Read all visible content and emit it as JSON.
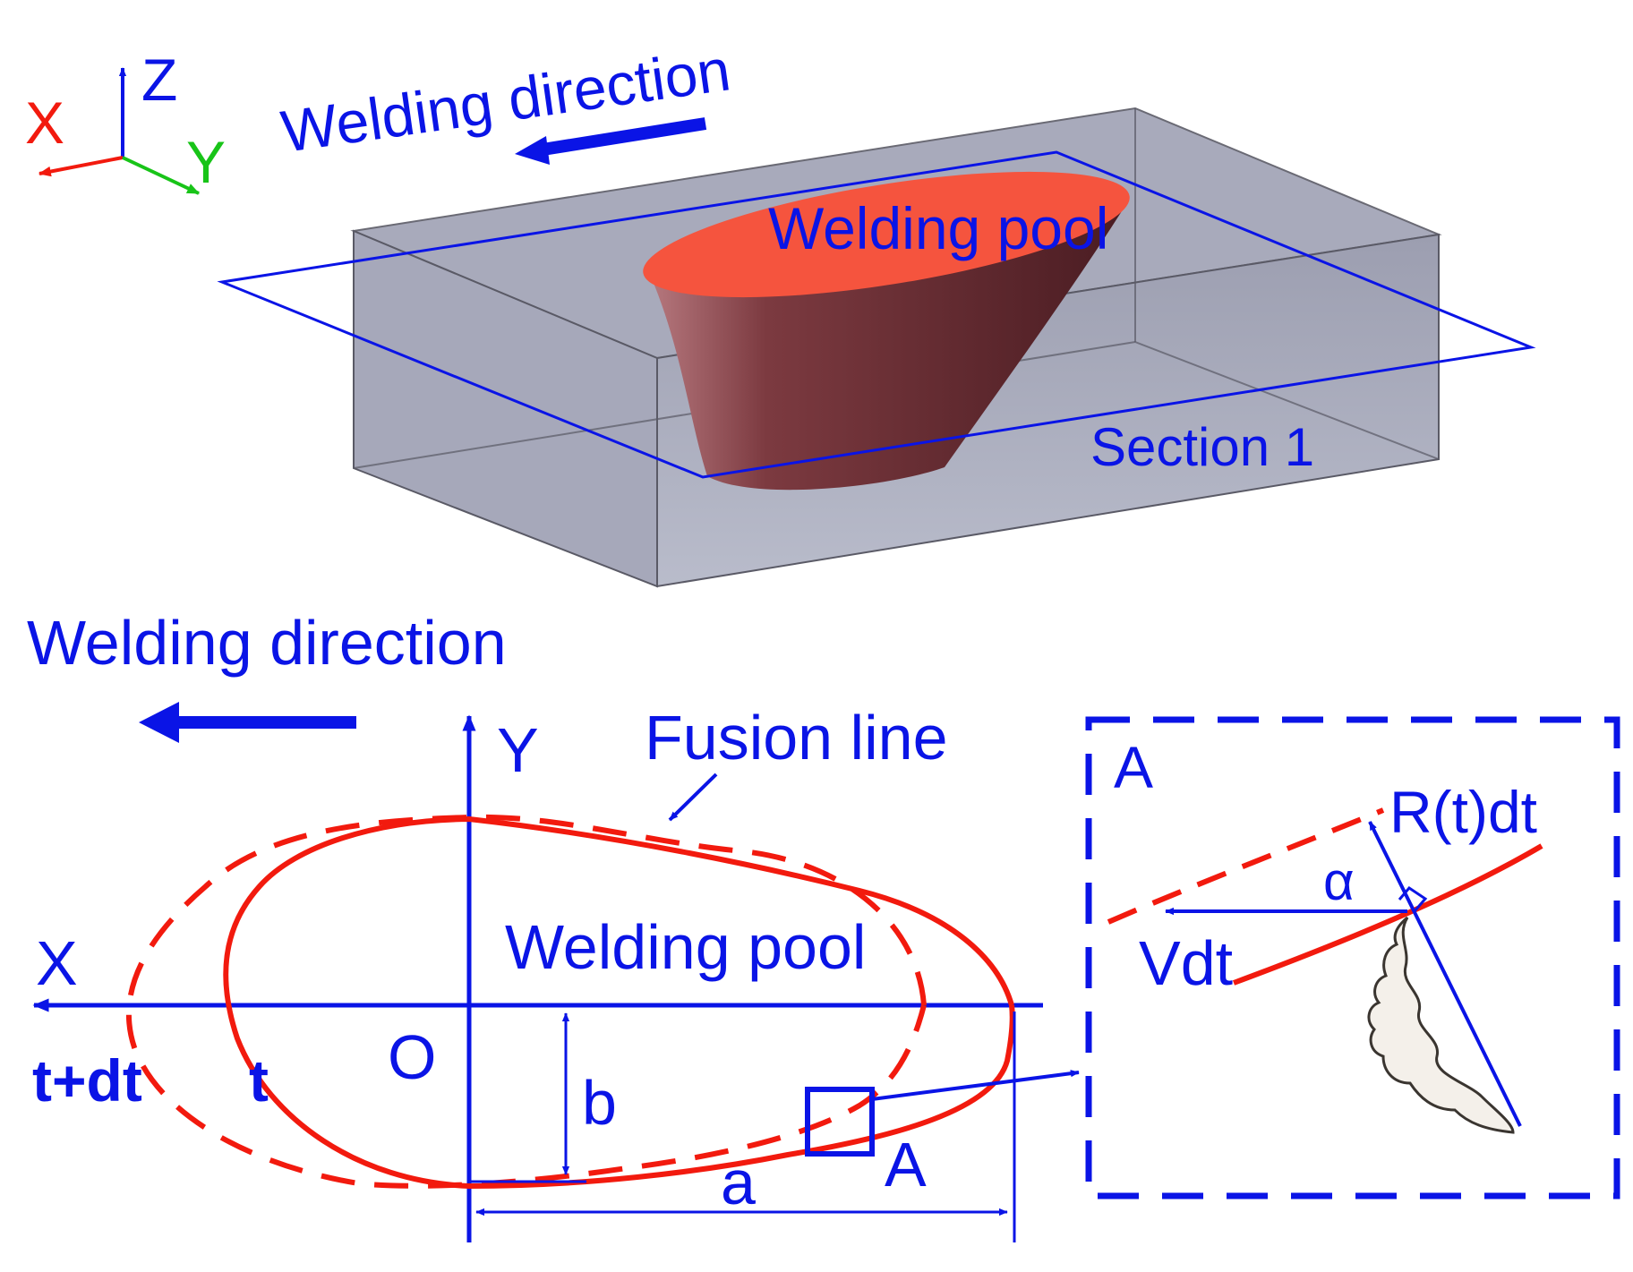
{
  "colors": {
    "blue": "#0a14e6",
    "red": "#f21a0e",
    "green": "#18c418",
    "box_fill": "#a9abbd",
    "pool_top": "#f5543e",
    "pool_body": "#6a2e33"
  },
  "axes3d": {
    "x": "X",
    "y": "Y",
    "z": "Z"
  },
  "top_view": {
    "welding_direction": "Welding direction",
    "pool_label": "Welding pool",
    "section_label": "Section 1"
  },
  "bottom_view": {
    "welding_direction": "Welding direction",
    "fusion_line": "Fusion line",
    "pool_label": "Welding pool",
    "axis_x": "X",
    "axis_y": "Y",
    "origin": "O",
    "t_label": "t",
    "tdt_label": "t+dt",
    "b_label": "b",
    "a_label": "a",
    "box_a_label": "A"
  },
  "detail": {
    "title": "A",
    "rdt_label": "R(t)dt",
    "alpha_label": "α",
    "vdt_label": "Vdt"
  },
  "icons": [
    "axis-triad-icon",
    "arrow-left-icon",
    "dendrite-icon"
  ]
}
